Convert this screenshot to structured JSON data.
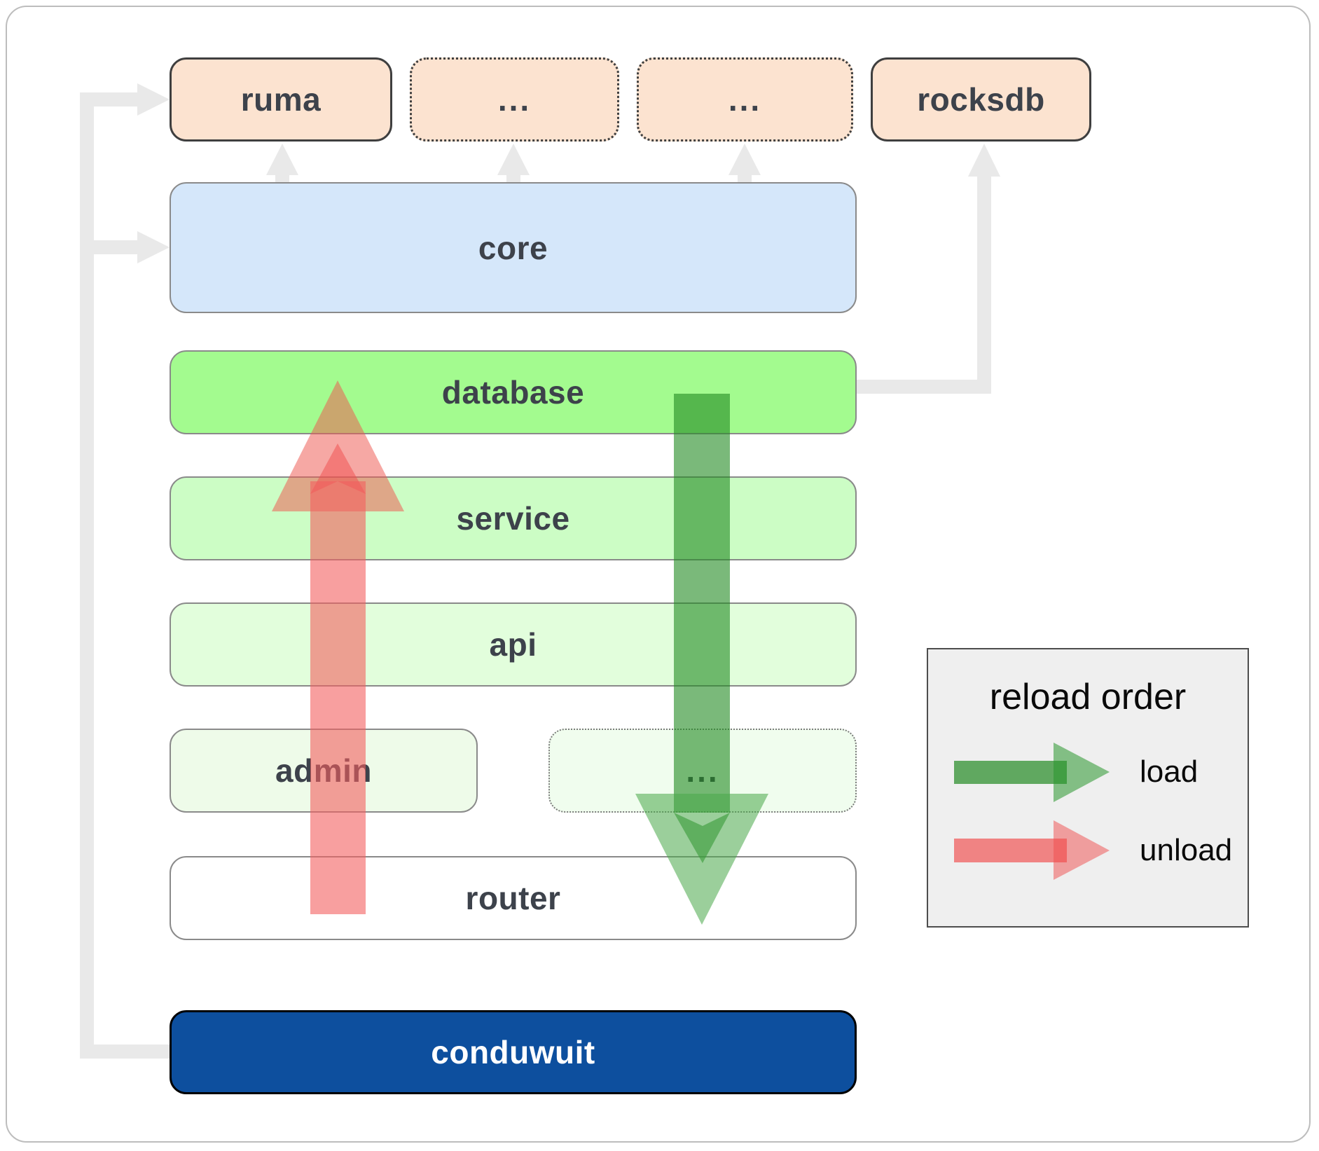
{
  "diagram": {
    "top_row": [
      {
        "label": "ruma",
        "border": "solid"
      },
      {
        "label": "...",
        "border": "dotted"
      },
      {
        "label": "...",
        "border": "dotted"
      },
      {
        "label": "rocksdb",
        "border": "solid"
      }
    ],
    "core": {
      "label": "core"
    },
    "database": {
      "label": "database"
    },
    "service": {
      "label": "service"
    },
    "api": {
      "label": "api"
    },
    "admin": {
      "label": "admin"
    },
    "admin_more": {
      "label": "..."
    },
    "router": {
      "label": "router"
    },
    "app": {
      "label": "conduwuit"
    }
  },
  "legend": {
    "title": "reload order",
    "items": [
      {
        "label": "load",
        "color": "#2e8b2e"
      },
      {
        "label": "unload",
        "color": "#f25a55"
      }
    ]
  },
  "colors": {
    "peach": "#fce3d0",
    "core": "#d5e7fa",
    "database": "#a3fb8f",
    "service": "#ccfdc5",
    "api": "#e2fedc",
    "admin": "#eefbe9",
    "admin_more": "#f0fdee",
    "router": "#ffffff",
    "app": "#0d4f9e",
    "legend_bg": "#efefef",
    "connector_gray": "#e9e9e9",
    "label_text": "#3d424b"
  }
}
